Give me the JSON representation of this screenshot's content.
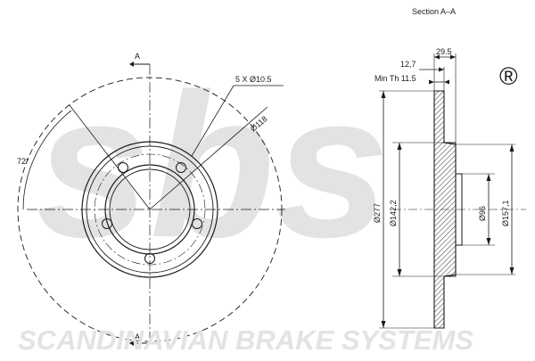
{
  "section_title": "Section A–A",
  "section_marker_top": "A",
  "section_marker_bottom": "A",
  "front_view": {
    "bolt_holes": "5 X Ø10.5",
    "pcd": "Ø118",
    "angle": "72°"
  },
  "side_view": {
    "offset": "12,7",
    "thickness": "29.5",
    "min_thickness": "Min Th  11.5",
    "outer_diameter": "Ø277",
    "hat_diameter": "Ø142,2",
    "center_bore": "Ø96",
    "inner_diameter": "Ø157,1"
  },
  "brand": {
    "logo": "sbs",
    "registered_mark": "®",
    "footer": "SCANDINAVIAN BRAKE SYSTEMS"
  },
  "colors": {
    "line": "#1a1a1a",
    "watermark": "#e3e3e3",
    "hatch": "#333333"
  }
}
